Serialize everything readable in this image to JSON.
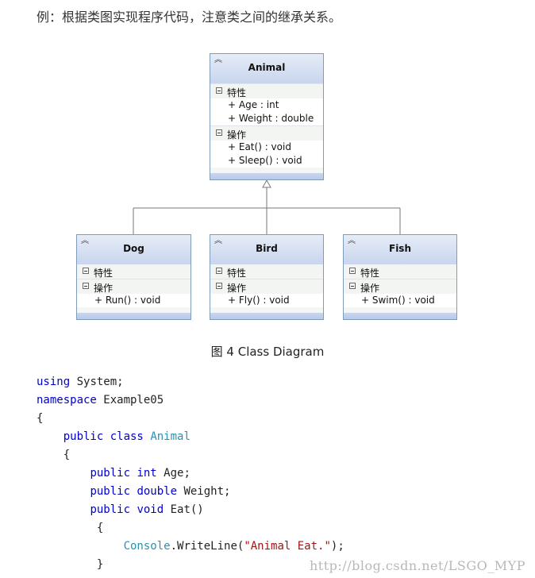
{
  "intro": "例：根据类图实现程序代码，注意类之间的继承关系。",
  "diagram": {
    "section_attributes": "特性",
    "section_operations": "操作",
    "base": {
      "name": "Animal",
      "attributes": [
        "+ Age : int",
        "+ Weight : double"
      ],
      "operations": [
        "+ Eat() : void",
        "+ Sleep() : void"
      ]
    },
    "children": [
      {
        "name": "Dog",
        "operations": [
          "+ Run() : void"
        ]
      },
      {
        "name": "Bird",
        "operations": [
          "+ Fly() : void"
        ]
      },
      {
        "name": "Fish",
        "operations": [
          "+ Swim() : void"
        ]
      }
    ],
    "caption": "图 4 Class Diagram"
  },
  "code": {
    "l1_kw": "using",
    "l1_rest": " System;",
    "l2_kw": "namespace",
    "l2_rest": " Example05",
    "l3": "{",
    "l4_kw": "public class",
    "l4_ty": "Animal",
    "l5": "{",
    "l6_kw": "public int",
    "l6_rest": " Age;",
    "l7_kw": "public double",
    "l7_rest": " Weight;",
    "l8_kw": "public void",
    "l8_rest": " Eat()",
    "l9": "{",
    "l10_ty": "Console",
    "l10_mid": ".WriteLine(",
    "l10_st": "\"Animal Eat.\"",
    "l10_end": ");",
    "l11": "}"
  },
  "watermark": "http://blog.csdn.net/LSGO_MYP"
}
